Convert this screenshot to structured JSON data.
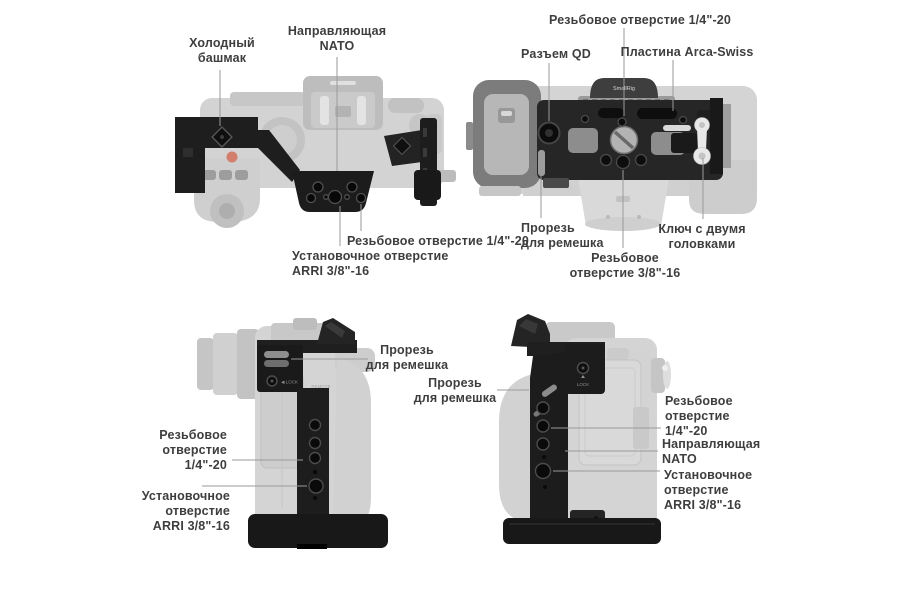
{
  "diagram": {
    "description": "Annotated camera cage diagram, four views",
    "palette": {
      "text": "#3e3e3e",
      "leader": "#9a9a9a",
      "cage_black": "#1d1d1d",
      "faded_body": "#d4d4d4",
      "record_button_red": "#d2806d"
    },
    "views": {
      "top": {
        "labels": {
          "cold_shoe": "Холодный\nбашмак",
          "nato_rail": "Направляющая\nNATO",
          "thread_quarter": "Резьбовое отверстие 1/4\"-20",
          "arri_mount": "Установочное отверстие\nARRI 3/8\"-16"
        }
      },
      "bottom": {
        "labels": {
          "thread_quarter": "Резьбовое отверстие 1/4\"-20",
          "qd_socket": "Разъем QD",
          "arca_swiss_plate": "Пластина Arca-Swiss",
          "strap_slot": "Прорезь\nдля ремешка",
          "thread_three_eighths": "Резьбовое\nотверстие 3/8\"-16",
          "wrench": "Ключ с двумя\nголовками"
        },
        "plate_text": "SmallRig"
      },
      "right_side": {
        "labels": {
          "strap_slot": "Прорезь\nдля ремешка",
          "thread_quarter": "Резьбовое\nотверстие\n1/4\"-20",
          "arri_mount": "Установочное\nотверстие\nARRI 3/8\"-16"
        },
        "lock_text": "◀ LOCK",
        "remote_text": "REMOTE"
      },
      "left_side": {
        "labels": {
          "strap_slot": "Прорезь\nдля ремешка",
          "thread_quarter": "Резьбовое\nотверстие\n1/4\"-20",
          "nato_rail": "Направляющая\nNATO",
          "arri_mount": "Установочное\nотверстие\nARRI 3/8\"-16"
        },
        "lock_text": "LOCK"
      }
    }
  }
}
